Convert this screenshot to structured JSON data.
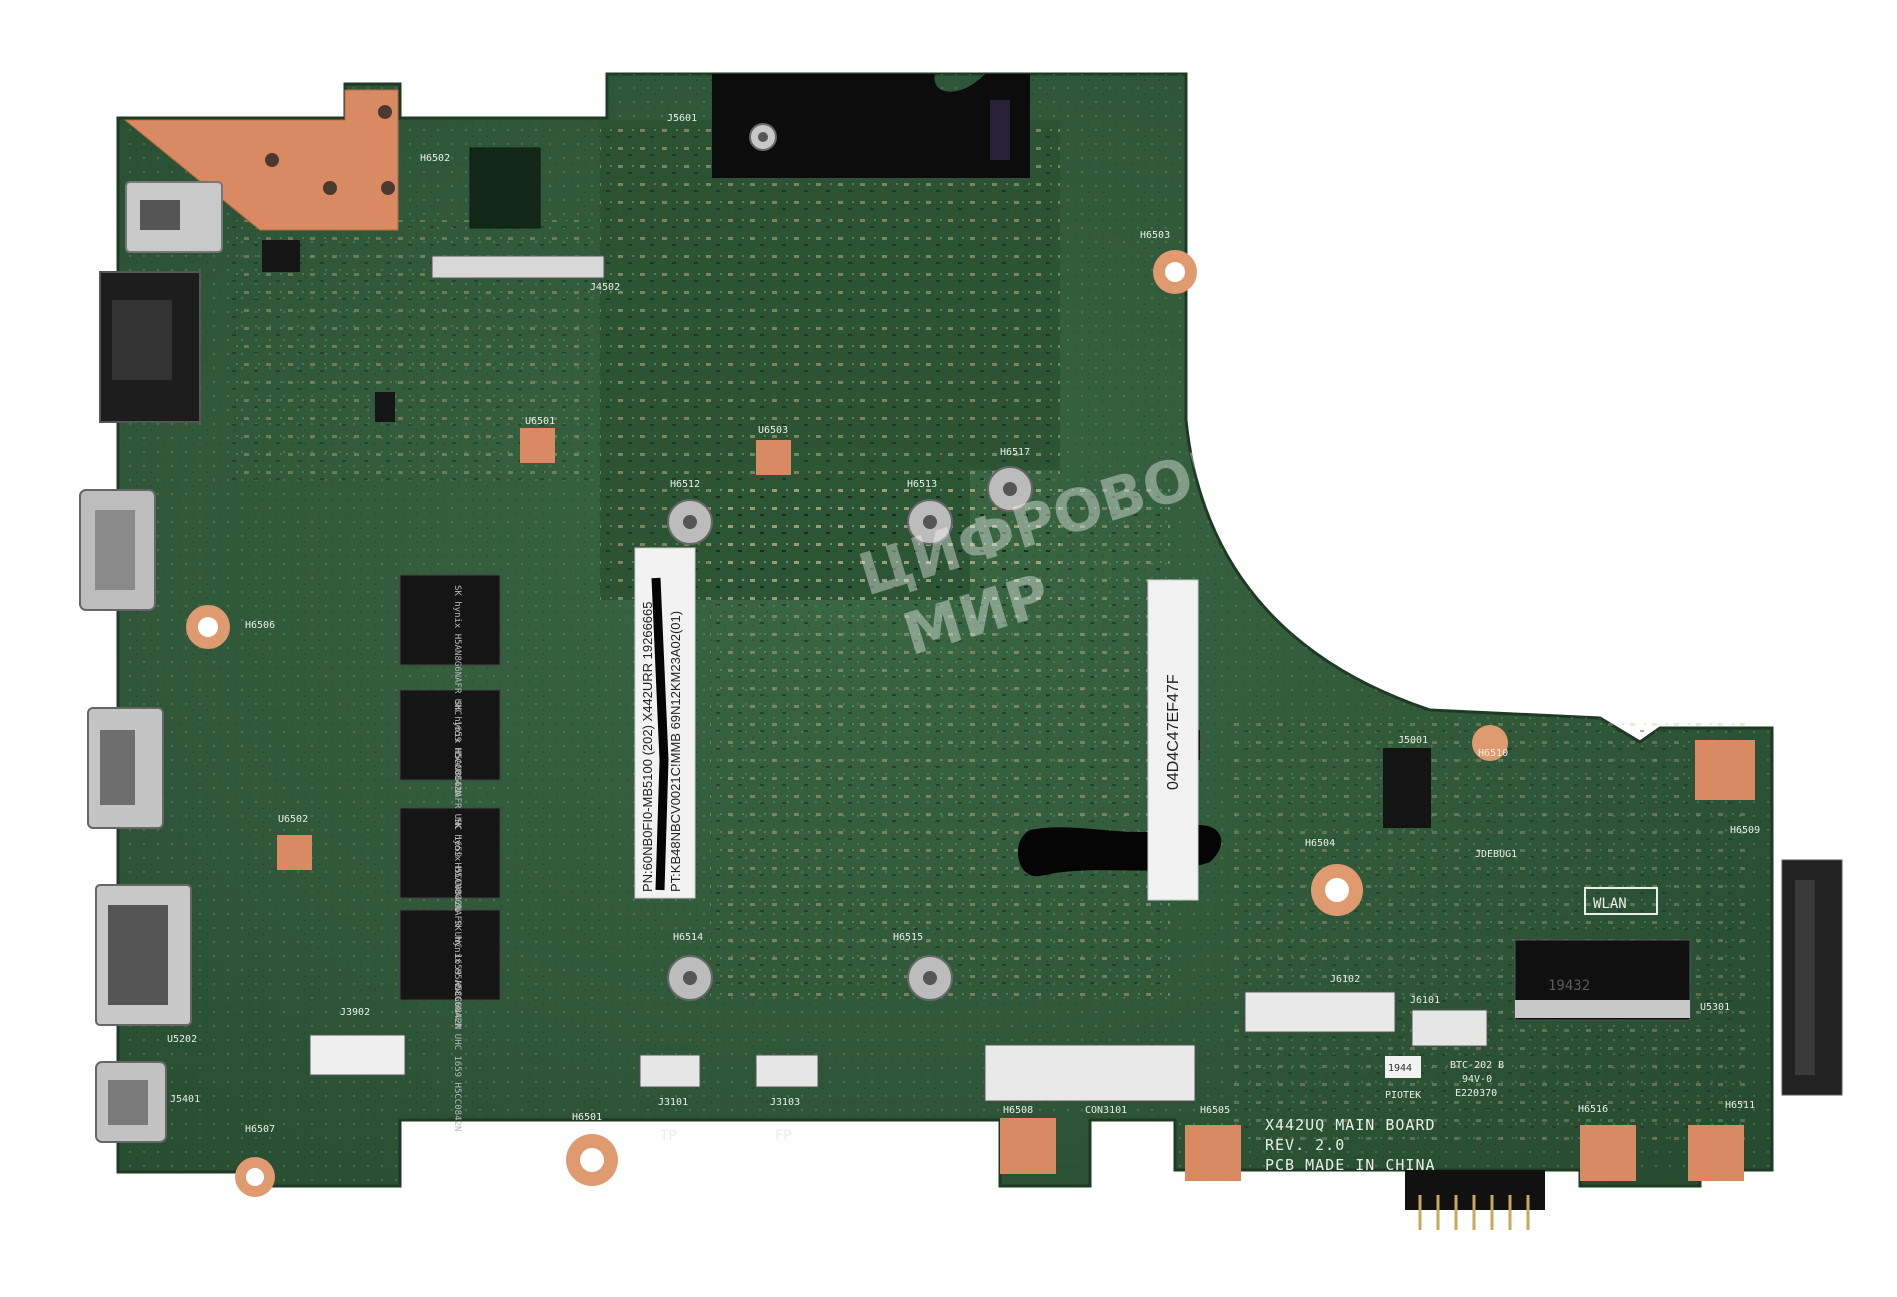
{
  "labels": {
    "j5601": "J5601",
    "h6502": "H6502",
    "h6503": "H6503",
    "j4502": "J4502",
    "u6501": "U6501",
    "u6503": "U6503",
    "h6517": "H6517",
    "h6512": "H6512",
    "h6513": "H6513",
    "h6506": "H6506",
    "u6502": "U6502",
    "h6514": "H6514",
    "h6515": "H6515",
    "j3902": "J3902",
    "u5202": "U5202",
    "j5401": "J5401",
    "h6507": "H6507",
    "h6501": "H6501",
    "j3101": "J3101",
    "j3103": "J3103",
    "tp": "TP",
    "fp": "FP",
    "h6508": "H6508",
    "con3101": "CON3101",
    "h6505": "H6505",
    "j6102": "J6102",
    "h6504": "H6504",
    "j5001": "J5001",
    "h6510": "H6510",
    "jdebug1": "JDEBUG1",
    "h6509": "H6509",
    "wlan": "WLAN",
    "chip_code": "19432",
    "u5301": "U5301",
    "btc": "BTC-202 B",
    "v0": "94V-0",
    "e220370": "E220370",
    "piotek": "PIOTEK",
    "h6516": "H6516",
    "h6511": "H6511",
    "board_name": "X442UQ MAIN BOARD",
    "rev": "REV. 2.0",
    "made_in": "PCB MADE IN CHINA",
    "j6101": "J6101",
    "date_box": "1944"
  },
  "sticker_left": {
    "line1": "PN:60NB0FI0-MB5100 (202) X442URR 19266665",
    "line2": "PT:KB48NBCV0021C!MMB 69N12KM23A02(01)"
  },
  "sticker_right": {
    "line1": "04D4C47EF47F"
  },
  "ram_chips": [
    "SK hynix H5AN8G6NAFR UHC 1659 H5CC0842N",
    "SK hynix H5AN8G6NAFR UHC 1659 H5CC0842N",
    "SK hynix H5AN8G6NAFR UHC 1659 H5CC0842N",
    "SK hynix H5AN8G6NAFR UHC 1659 H5CC0842N"
  ],
  "watermark": {
    "line1": "ЦИФРОВОЙ",
    "line2": "МИР"
  },
  "colors": {
    "pcb": "#2f5a38",
    "pcb_dark": "#22452b",
    "copper_pad": "#d98a62",
    "shield_black": "#0c0c0c",
    "silkscreen": "#e8efe6"
  }
}
